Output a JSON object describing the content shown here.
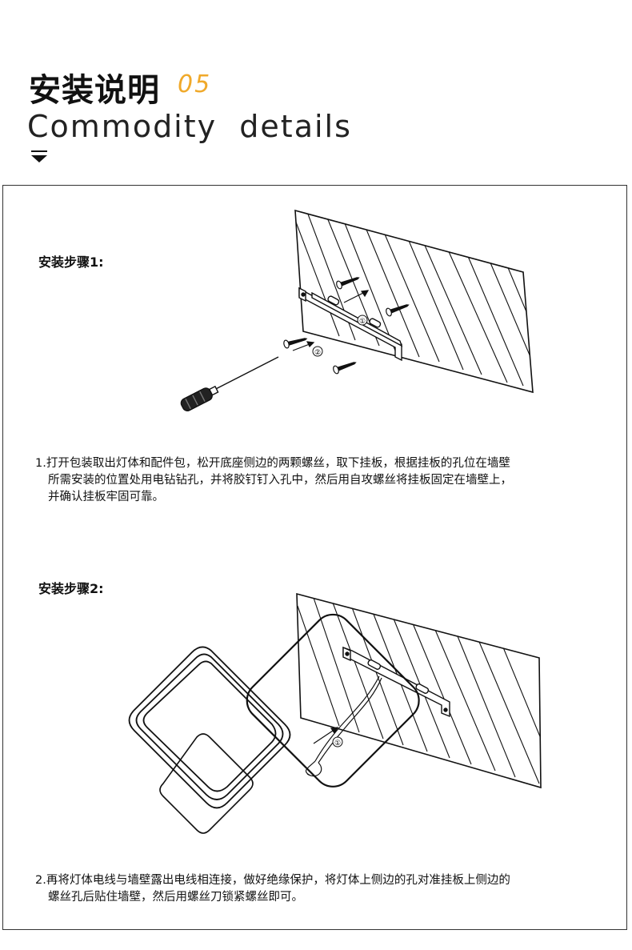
{
  "header": {
    "title": "安装说明",
    "number": "05",
    "subtitle": "Commodity  details"
  },
  "steps": [
    {
      "heading": "安装步骤1:",
      "lines": [
        "1.打开包装取出灯体和配件包，松开底座侧边的两颗螺丝，取下挂板，根据挂板的孔位在墙壁",
        "所需安装的位置处用电钻钻孔，并将胶钉钉入孔中，然后用自攻螺丝将挂板固定在墙壁上，",
        "并确认挂板牢固可靠。"
      ],
      "marker": "①",
      "marker2": "②"
    },
    {
      "heading": "安装步骤2:",
      "lines": [
        "2.再将灯体电线与墙壁露出电线相连接，做好绝缘保护，将灯体上侧边的孔对准挂板上侧边的",
        "螺丝孔后贴住墙壁，然后用螺丝刀锁紧螺丝即可。"
      ],
      "marker": "①"
    }
  ],
  "icons": {
    "header_mark": "down-arrow-icon"
  }
}
